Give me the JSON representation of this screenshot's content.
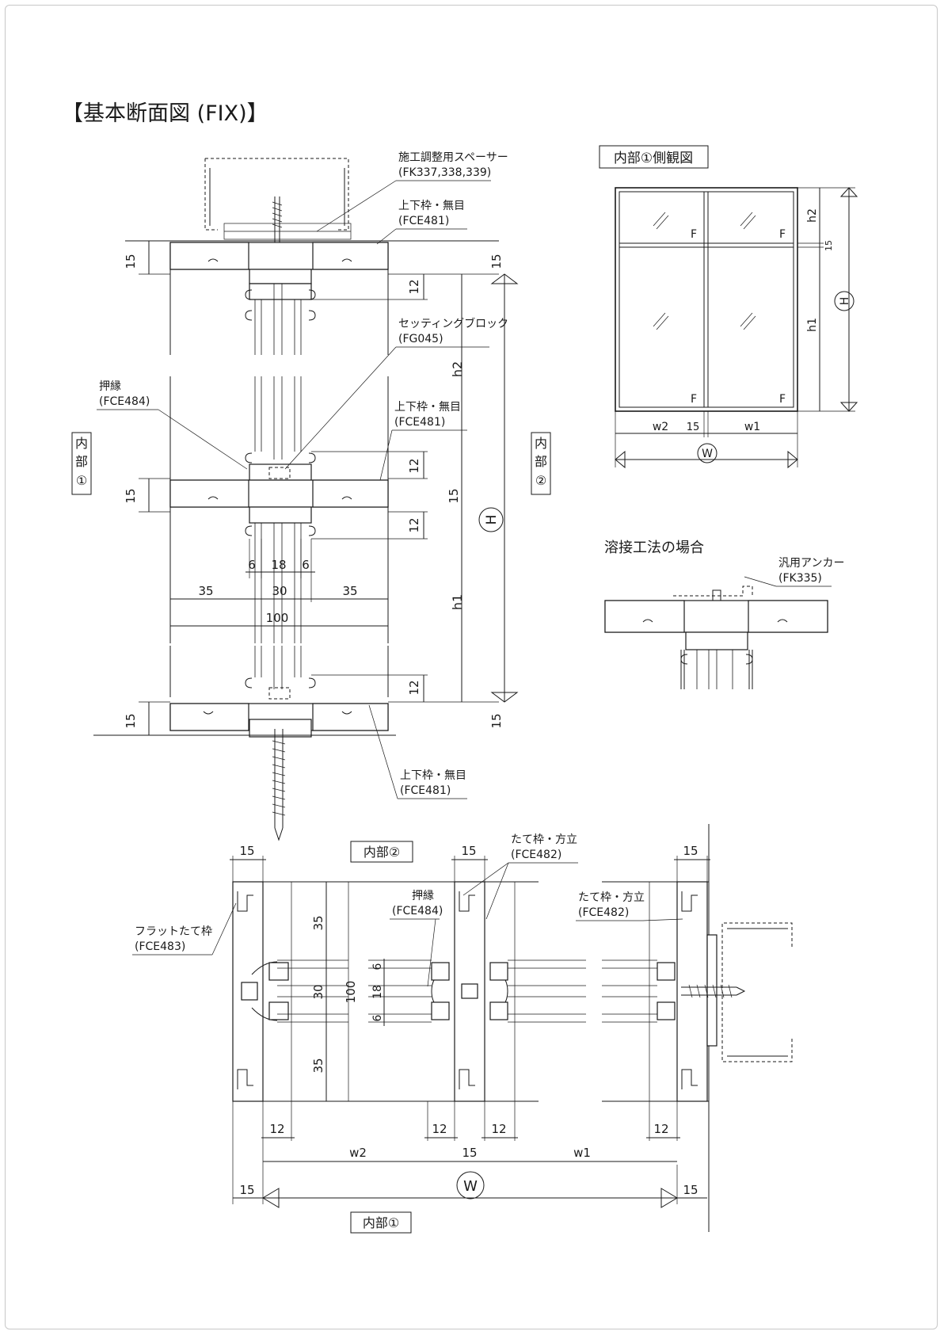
{
  "title": "【基本断面図 (FIX)】",
  "labels": {
    "spacer": "施工調整用スペーサー",
    "spacer_code": "(FK337,338,339)",
    "top_frame": "上下枠・無目",
    "top_frame_code": "(FCE481)",
    "setting_block": "セッティングブロック",
    "setting_block_code": "(FG045)",
    "bead": "押縁",
    "bead_code": "(FCE484)",
    "mid_frame": "上下枠・無目",
    "mid_frame_code": "(FCE481)",
    "bottom_frame": "上下枠・無目",
    "bottom_frame_code": "(FCE481)",
    "flat_jamb": "フラットたて枠",
    "flat_jamb_code": "(FCE483)",
    "bead2": "押縁",
    "bead2_code": "(FCE484)",
    "mullion1": "たて枠・方立",
    "mullion1_code": "(FCE482)",
    "mullion2": "たて枠・方立",
    "mullion2_code": "(FCE482)",
    "anchor": "汎用アンカー",
    "anchor_code": "(FK335)",
    "welding": "溶接工法の場合",
    "elevation_title": "内部①側観図",
    "interior1_vertical": [
      "内",
      "部",
      "①"
    ],
    "interior2_vertical": [
      "内",
      "部",
      "②"
    ],
    "interior2": "内部②",
    "interior1": "内部①",
    "fix": "F"
  },
  "dims": {
    "d15": "15",
    "d12": "12",
    "d6": "6",
    "d18": "18",
    "d30": "30",
    "d35": "35",
    "d100": "100",
    "h1": "h1",
    "h2": "h2",
    "H": "H",
    "W": "W",
    "w1": "w1",
    "w2": "w2"
  }
}
